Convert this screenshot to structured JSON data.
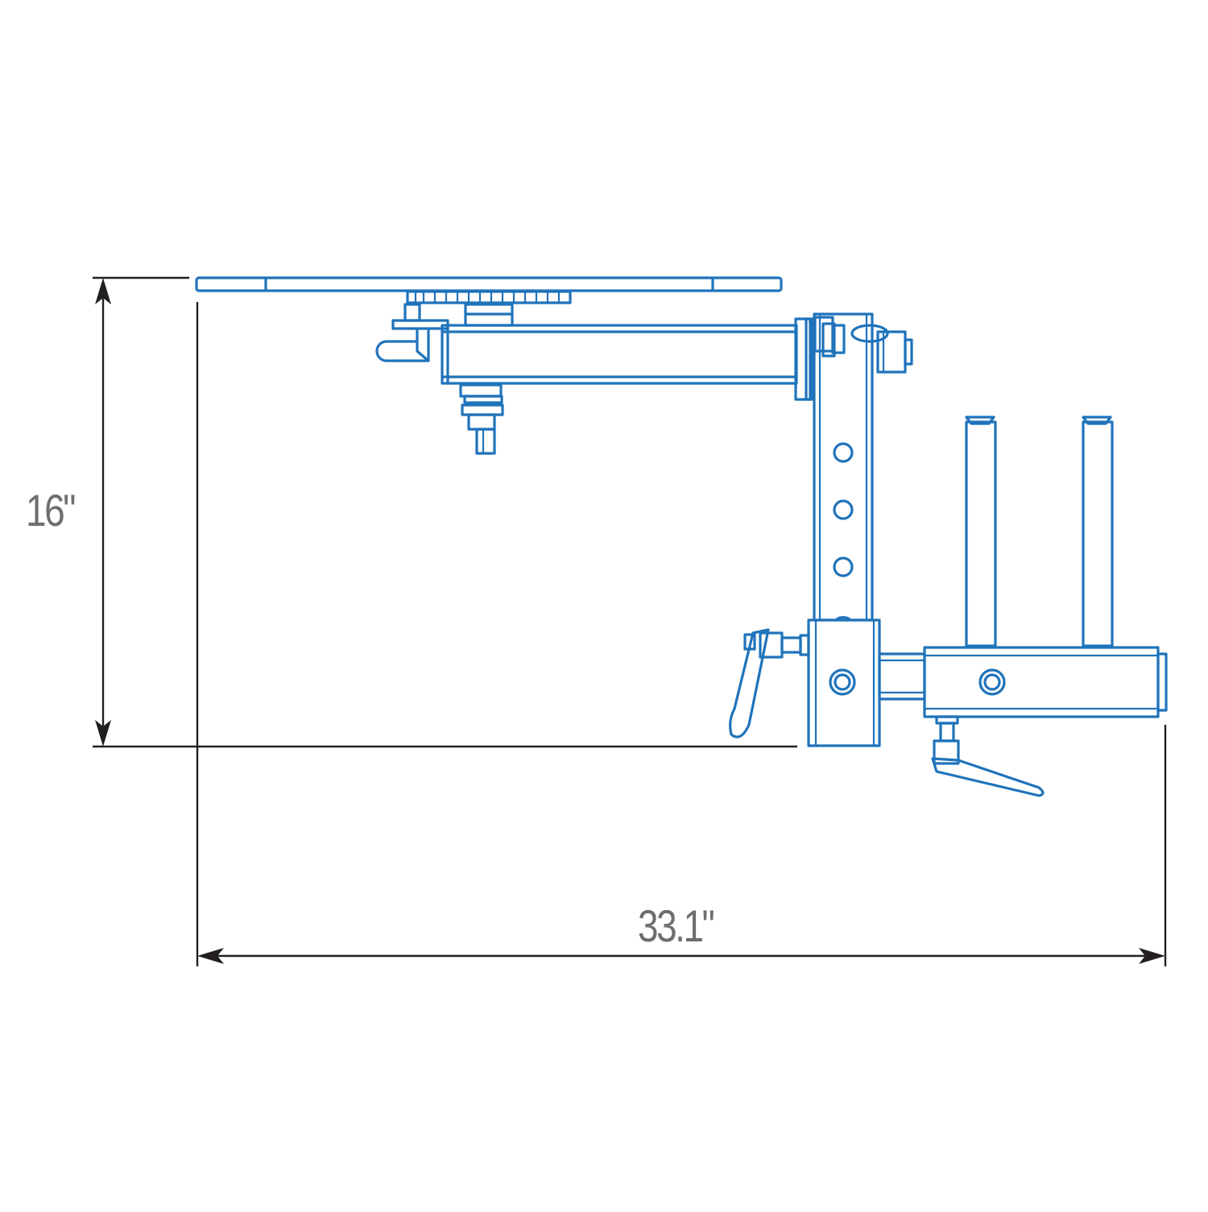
{
  "diagram": {
    "subject": "Mounting arm assembly side elevation",
    "colors": {
      "part_stroke": "#1f73bb",
      "dimension_line": "#231f20",
      "dimension_text": "#6d6e71",
      "background": "#ffffff"
    },
    "dimensions": {
      "height": {
        "label": "16\"",
        "orientation": "vertical"
      },
      "width": {
        "label": "33.1\"",
        "orientation": "horizontal"
      }
    },
    "components": [
      {
        "name": "top-plate",
        "description": "Flat mounting plate"
      },
      {
        "name": "gear-hub",
        "description": "Toothed rotation hub under plate"
      },
      {
        "name": "horizontal-arm",
        "description": "Rectangular horizontal arm"
      },
      {
        "name": "lock-knob",
        "description": "Arm lock knob on left end"
      },
      {
        "name": "threaded-stud",
        "description": "Threaded stud below arm"
      },
      {
        "name": "vertical-post",
        "description": "Vertical post with adjustment holes"
      },
      {
        "name": "adjustment-holes",
        "count": 4
      },
      {
        "name": "clamp-block",
        "description": "Lower clamp block with bolt"
      },
      {
        "name": "clamp-lever-left",
        "description": "Adjustable clamp lever"
      },
      {
        "name": "base-bar",
        "description": "Horizontal base receiver bar"
      },
      {
        "name": "vertical-pins",
        "count": 2
      },
      {
        "name": "clamp-lever-bottom",
        "description": "Adjustable lever under base bar"
      }
    ]
  }
}
